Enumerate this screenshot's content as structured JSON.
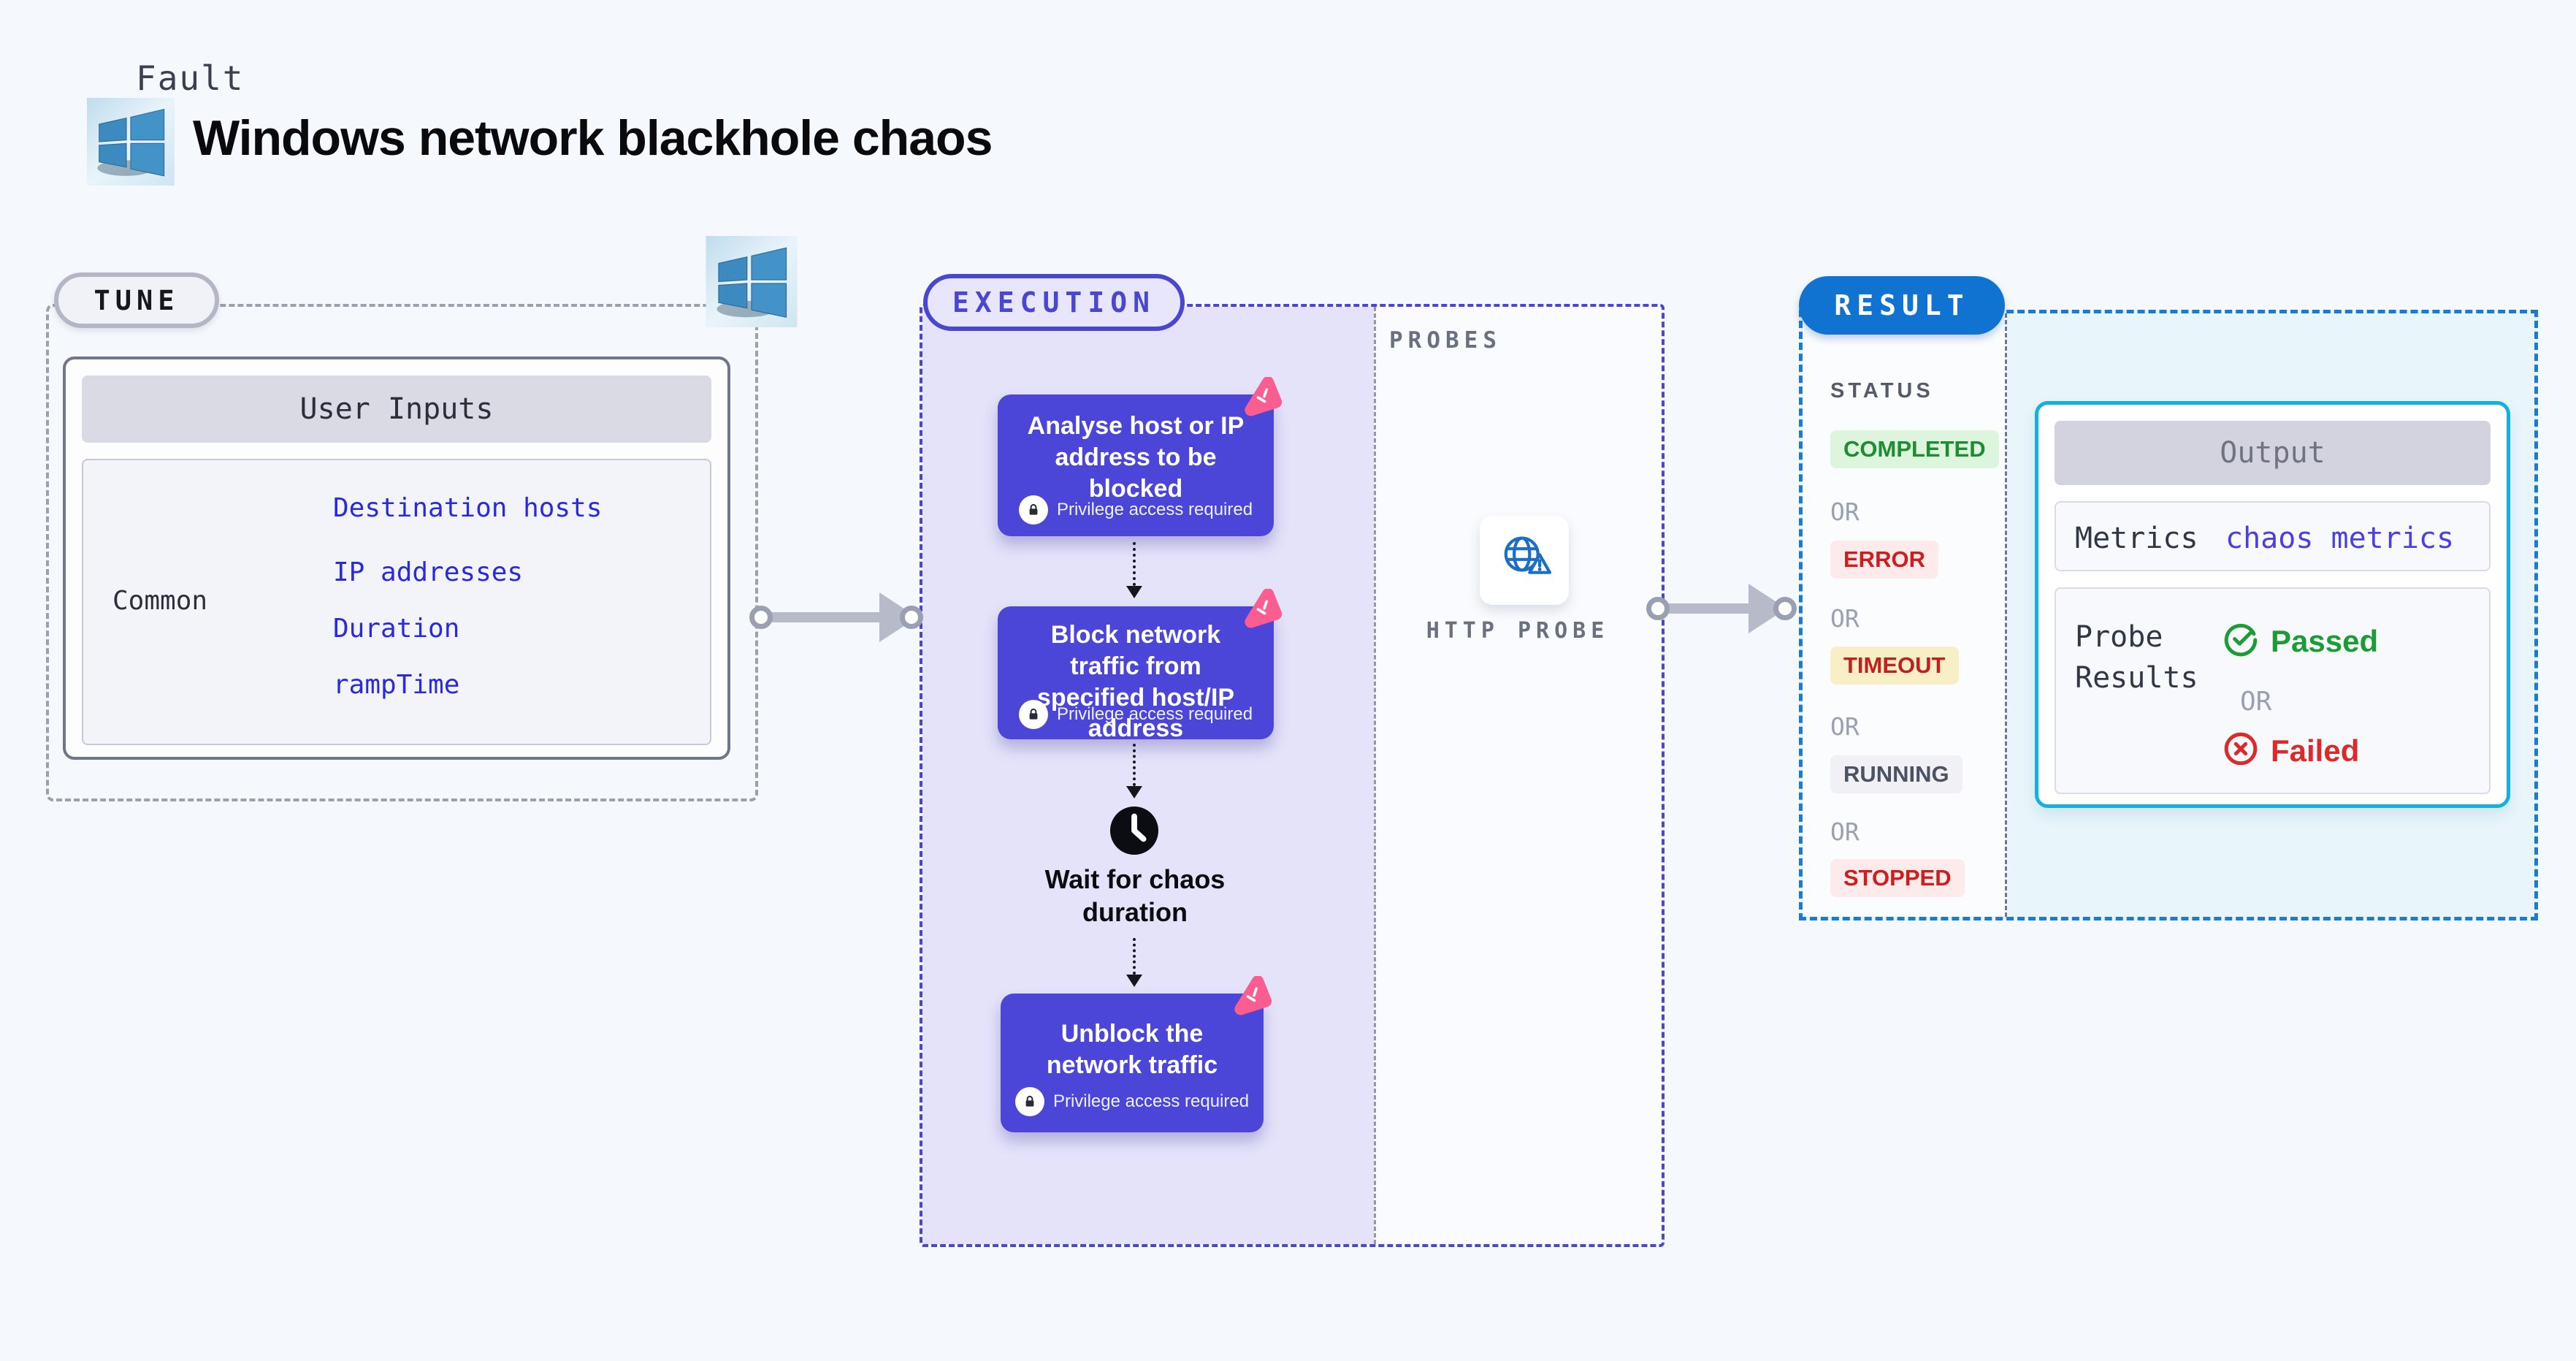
{
  "header": {
    "eyebrow": "Fault",
    "title": "Windows network blackhole chaos"
  },
  "tune": {
    "label": "TUNE",
    "user_inputs": {
      "header": "User Inputs",
      "row_label": "Common",
      "links": [
        "Destination hosts",
        "IP addresses",
        "Duration",
        "rampTime"
      ]
    }
  },
  "execution": {
    "label": "EXECUTION",
    "privilege_label": "Privilege access required",
    "steps": {
      "analyse": "Analyse host or IP address to be blocked",
      "block": "Block network traffic from specified host/IP address",
      "wait": "Wait for chaos duration",
      "unblock": "Unblock the network traffic"
    }
  },
  "probes": {
    "label": "PROBES",
    "http_probe_label": "HTTP PROBE"
  },
  "result": {
    "label": "RESULT",
    "status_heading": "STATUS",
    "or_label": "OR",
    "statuses": {
      "completed": "COMPLETED",
      "error": "ERROR",
      "timeout": "TIMEOUT",
      "running": "RUNNING",
      "stopped": "STOPPED"
    },
    "output": {
      "header": "Output",
      "metrics_label": "Metrics",
      "metrics_link": "chaos metrics",
      "probe_results_label": "Probe Results",
      "passed_label": "Passed",
      "or_label": "OR",
      "failed_label": "Failed"
    }
  },
  "colors": {
    "page_bg": "#f5f8fc",
    "step_box": "#4b45d8",
    "execution_fill": "#e4e3fa",
    "execution_border": "#4946d2",
    "tune_border": "#9ba1ab",
    "result_border": "#1b7ad4",
    "result_pill": "#1173d1",
    "output_border": "#14b1de",
    "output_area_bg": "#e8f5fb",
    "link_blue": "#2929dd",
    "metrics_link_blue": "#4a40e2",
    "passed_green": "#1c9c35",
    "failed_red": "#da2a2a",
    "completed_green": "#1d8c33",
    "timeout_yellow_bg": "#f9efc7",
    "litmus_pink": "#fa5d8f",
    "windows_blue": "#3c8abf"
  }
}
